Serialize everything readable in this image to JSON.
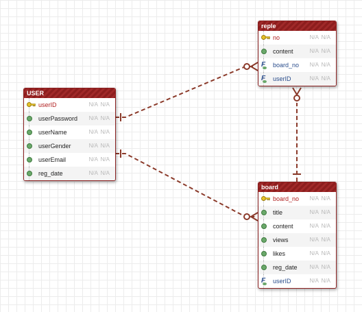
{
  "colors": {
    "header": "#8c1d1d",
    "connector": "#8b3a2a",
    "pk_text": "#b01e1e",
    "fk_text": "#2a4d8c"
  },
  "entities": [
    {
      "name": "USER",
      "columns": [
        {
          "name": "userID",
          "kind": "pk",
          "icon": "key-icon",
          "v1": "N/A",
          "v2": "N/A"
        },
        {
          "name": "userPassword",
          "kind": "col",
          "icon": "column-dot-icon",
          "v1": "N/A",
          "v2": "N/A"
        },
        {
          "name": "userName",
          "kind": "col",
          "icon": "column-dot-icon",
          "v1": "N/A",
          "v2": "N/A"
        },
        {
          "name": "userGender",
          "kind": "col",
          "icon": "column-dot-icon",
          "v1": "N/A",
          "v2": "N/A"
        },
        {
          "name": "userEmail",
          "kind": "col",
          "icon": "column-dot-icon",
          "v1": "N/A",
          "v2": "N/A"
        },
        {
          "name": "reg_date",
          "kind": "col",
          "icon": "column-dot-icon",
          "v1": "N/A",
          "v2": "N/A"
        }
      ]
    },
    {
      "name": "reple",
      "columns": [
        {
          "name": "no",
          "kind": "pk",
          "icon": "key-icon",
          "v1": "N/A",
          "v2": "N/A"
        },
        {
          "name": "content",
          "kind": "col",
          "icon": "column-dot-icon",
          "v1": "N/A",
          "v2": "N/A"
        },
        {
          "name": "board_no",
          "kind": "fk",
          "icon": "foreign-key-icon",
          "v1": "N/A",
          "v2": "N/A"
        },
        {
          "name": "userID",
          "kind": "fk",
          "icon": "foreign-key-icon",
          "v1": "N/A",
          "v2": "N/A"
        }
      ]
    },
    {
      "name": "board",
      "columns": [
        {
          "name": "board_no",
          "kind": "pk",
          "icon": "key-icon",
          "v1": "N/A",
          "v2": "N/A"
        },
        {
          "name": "title",
          "kind": "col",
          "icon": "column-dot-icon",
          "v1": "N/A",
          "v2": "N/A"
        },
        {
          "name": "content",
          "kind": "col",
          "icon": "column-dot-icon",
          "v1": "N/A",
          "v2": "N/A"
        },
        {
          "name": "views",
          "kind": "col",
          "icon": "column-dot-icon",
          "v1": "N/A",
          "v2": "N/A"
        },
        {
          "name": "likes",
          "kind": "col",
          "icon": "column-dot-icon",
          "v1": "N/A",
          "v2": "N/A"
        },
        {
          "name": "reg_date",
          "kind": "col",
          "icon": "column-dot-icon",
          "v1": "N/A",
          "v2": "N/A"
        },
        {
          "name": "userID",
          "kind": "fk",
          "icon": "foreign-key-icon",
          "v1": "N/A",
          "v2": "N/A"
        }
      ]
    }
  ],
  "relationships": [
    {
      "from": "USER",
      "to": "reple",
      "from_end": "one",
      "to_end": "zero-or-many"
    },
    {
      "from": "USER",
      "to": "board",
      "from_end": "one",
      "to_end": "zero-or-many"
    },
    {
      "from": "board",
      "to": "reple",
      "from_end": "one",
      "to_end": "zero-or-many"
    }
  ]
}
